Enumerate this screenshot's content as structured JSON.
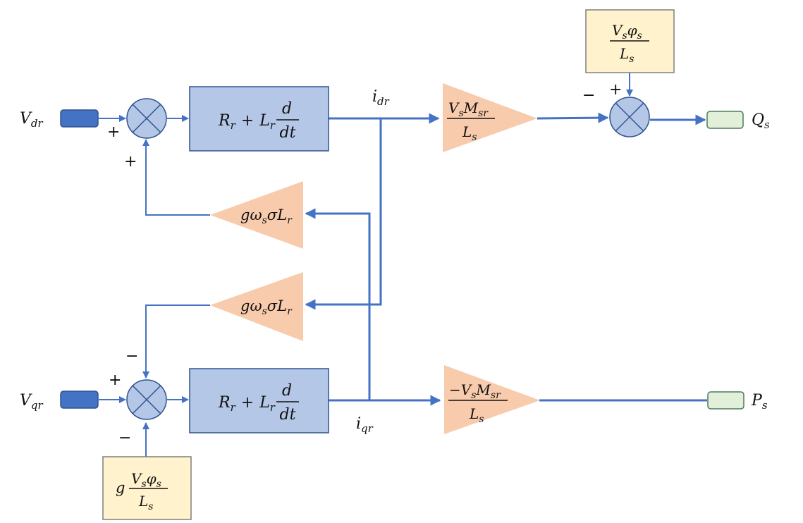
{
  "signals": {
    "vdr": {
      "main": "V",
      "sub": "dr"
    },
    "vqr": {
      "main": "V",
      "sub": "qr"
    },
    "idr": {
      "main": "i",
      "sub": "dr"
    },
    "iqr": {
      "main": "i",
      "sub": "qr"
    },
    "qs": {
      "main": "Q",
      "sub": "s"
    },
    "ps": {
      "main": "P",
      "sub": "s"
    }
  },
  "blocks": {
    "rotor_d": {
      "r": "R",
      "r_sub": "r",
      "plus": "+",
      "l": "L",
      "l_sub": "r",
      "num": "d",
      "den": "dt"
    },
    "rotor_q": {
      "r": "R",
      "r_sub": "r",
      "plus": "+",
      "l": "L",
      "l_sub": "r",
      "num": "d",
      "den": "dt"
    },
    "gain_q": {
      "num_v": "V",
      "num_v_sub": "s",
      "num_m": "M",
      "num_m_sub": "sr",
      "den": "L",
      "den_sub": "s"
    },
    "gain_p": {
      "minus": "−",
      "num_v": "V",
      "num_v_sub": "s",
      "num_m": "M",
      "num_m_sub": "sr",
      "den": "L",
      "den_sub": "s"
    },
    "couple_top": {
      "g": "g",
      "w": "ω",
      "w_sub": "s",
      "sigma": "σ",
      "l": "L",
      "l_sub": "r"
    },
    "couple_bot": {
      "g": "g",
      "w": "ω",
      "w_sub": "s",
      "sigma": "σ",
      "l": "L",
      "l_sub": "r"
    },
    "const_q": {
      "num_v": "V",
      "num_v_sub": "s",
      "num_phi": "φ",
      "num_phi_sub": "s",
      "den": "L",
      "den_sub": "s"
    },
    "const_d": {
      "g": "g",
      "num_v": "V",
      "num_v_sub": "s",
      "num_phi": "φ",
      "num_phi_sub": "s",
      "den": "L",
      "den_sub": "s"
    }
  },
  "signs": {
    "sum_d_left": "+",
    "sum_d_bottom": "+",
    "sum_q_left": "+",
    "sum_q_top": "−",
    "sum_q_bottom": "−",
    "sum_out_left": "−",
    "sum_out_top": "+"
  },
  "colors": {
    "wire": "#4472C4",
    "block_fill": "#B4C7E7",
    "block_stroke": "#2F528F",
    "gain_fill": "#F8CBAD",
    "const_fill": "#FFF2CC",
    "input_port": "#4472C4",
    "output_port": "#E2F0D9",
    "sum_fill": "#B4C7E7"
  }
}
